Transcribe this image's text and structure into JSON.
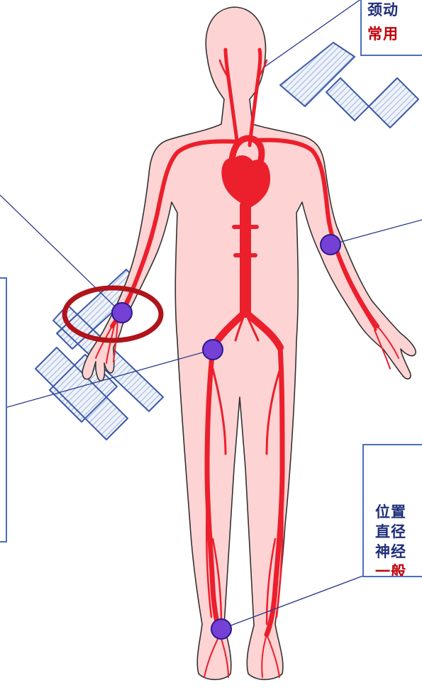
{
  "callouts": {
    "top_right": {
      "line1": "颈动",
      "line2": "常用"
    },
    "bottom_right": {
      "line1": "位置",
      "line2": "直径",
      "line3": "神经",
      "line4": "一般"
    }
  },
  "watermark": {
    "text": "中医",
    "note": "hatched outline characters rendered as graphic"
  },
  "diagram": {
    "subject": "human-body-arterial-system",
    "pulse_points": [
      "carotid",
      "brachial",
      "radial",
      "femoral",
      "posterior-tibial"
    ],
    "highlighted_point": "radial"
  },
  "colors": {
    "skin": "#fdd3d3",
    "skin_outline": "#333333",
    "artery": "#ec1f2c",
    "pulse_point": "#7440d6",
    "pulse_outline": "#2a1a8a",
    "highlight_ring": "#b0141a",
    "leader_line": "#2b3a8a",
    "callout_border": "#4a6fba",
    "callout_text": "#1f2f7a",
    "callout_accent": "#c0000a"
  }
}
